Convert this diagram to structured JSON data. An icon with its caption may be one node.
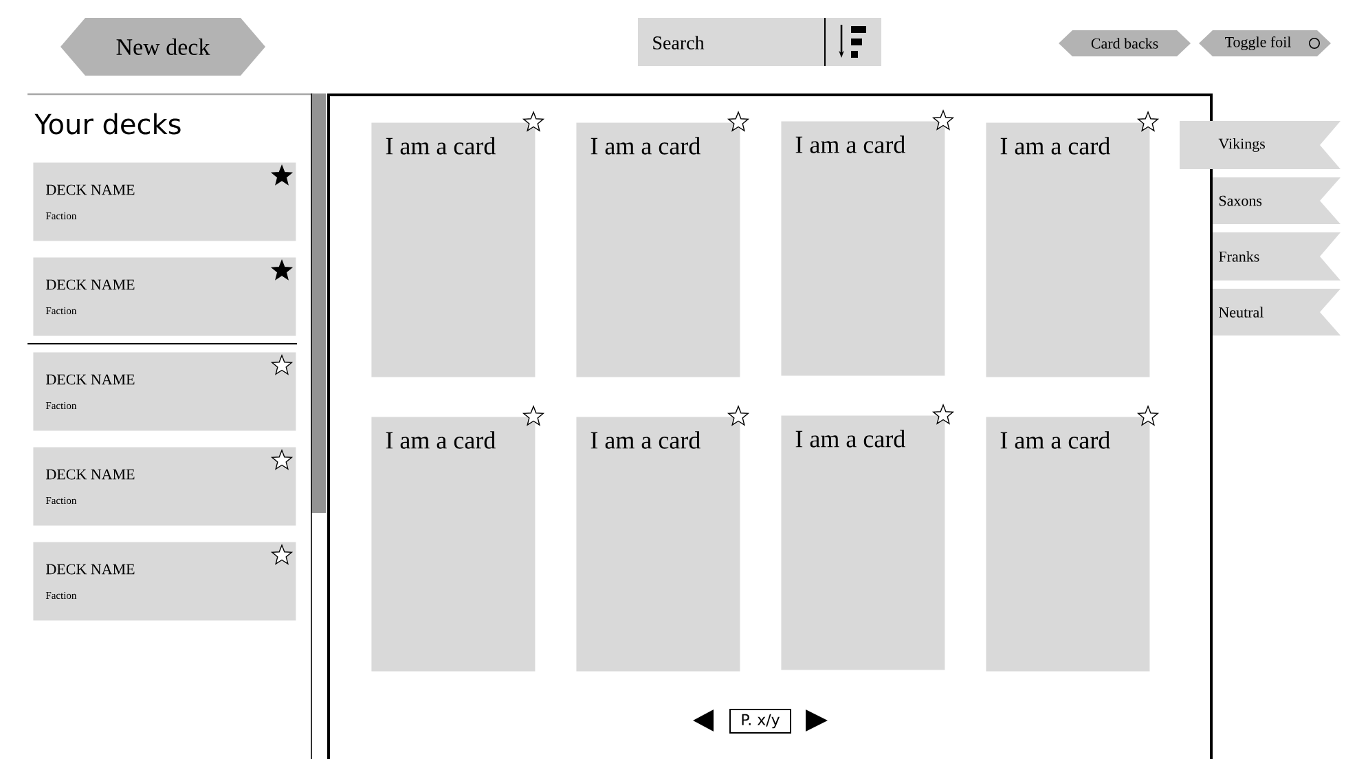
{
  "diagram": {
    "nodes": [
      {
        "text": [
          "New deck"
        ]
      },
      {
        "text": [
          "Search"
        ]
      },
      {
        "text": [
          "Card backs"
        ]
      },
      {
        "text": [
          "Toggle foil"
        ]
      },
      {
        "text": [
          "DECK NAME",
          "Faction"
        ]
      },
      {
        "text": [
          "DECK NAME",
          "Faction"
        ]
      },
      {
        "text": [
          "DECK NAME",
          "Faction"
        ]
      },
      {
        "text": [
          "DECK NAME",
          "Faction"
        ]
      },
      {
        "text": [
          "DECK NAME",
          "Faction"
        ]
      },
      {
        "text": [
          "I am a card"
        ]
      },
      {
        "text": [
          "I am a card"
        ]
      },
      {
        "text": [
          "I am a card"
        ]
      },
      {
        "text": [
          "I am a card"
        ]
      },
      {
        "text": [
          "I am a card"
        ]
      },
      {
        "text": [
          "I am a card"
        ]
      },
      {
        "text": [
          "I am a card"
        ]
      },
      {
        "text": [
          "I am a card"
        ]
      },
      {
        "text": [
          "Vikings"
        ]
      },
      {
        "text": [
          "Saxons"
        ]
      },
      {
        "text": [
          "Franks"
        ]
      },
      {
        "text": [
          "Neutral"
        ]
      },
      {
        "text": [
          "P. x/y"
        ]
      }
    ],
    "labels": [
      "Your decks"
    ]
  }
}
